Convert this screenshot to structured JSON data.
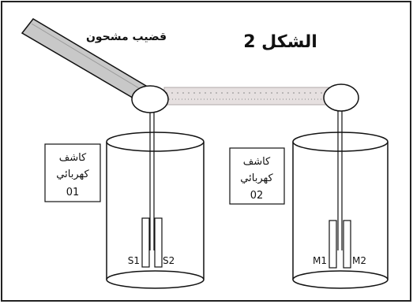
{
  "figure": {
    "title": "الشكل 2",
    "charged_rod_label": "قضيب مشحون"
  },
  "electroscope_1": {
    "line1": "كاشف",
    "line2": "كهربائي",
    "number": "01",
    "leaf_left": "S1",
    "leaf_right": "S2"
  },
  "electroscope_2": {
    "line1": "كاشف",
    "line2": "كهربائي",
    "number": "02",
    "leaf_left": "M1",
    "leaf_right": "M2"
  },
  "colors": {
    "border": "#222222",
    "rod_fill": "#c8c8c8",
    "bar_fill": "#e6e0e0",
    "stroke": "#111111"
  }
}
